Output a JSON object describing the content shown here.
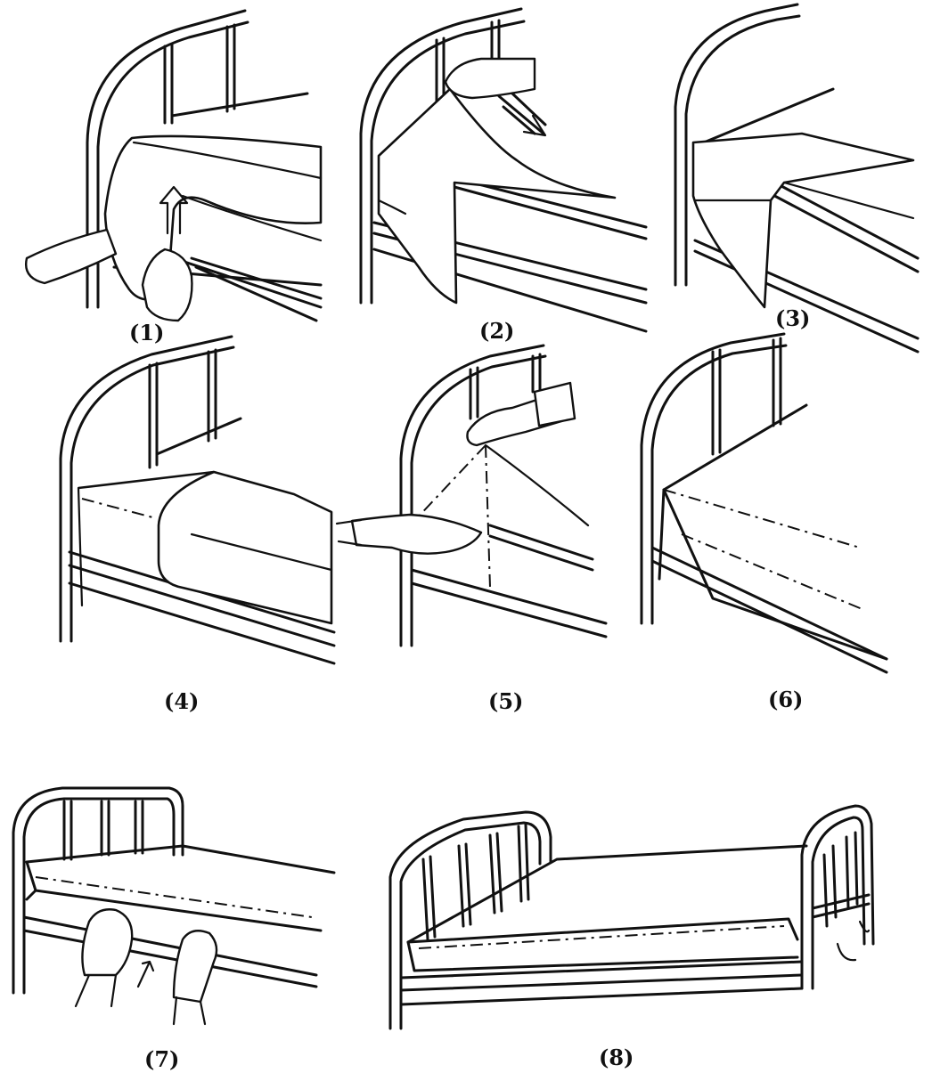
{
  "steps": [
    {
      "label": "(1)"
    },
    {
      "label": "(2)"
    },
    {
      "label": "(3)"
    },
    {
      "label": "(4)"
    },
    {
      "label": "(5)"
    },
    {
      "label": "(6)"
    },
    {
      "label": "(7)"
    },
    {
      "label": "(8)"
    }
  ],
  "colors": {
    "ink": "#111111",
    "paper": "#ffffff"
  }
}
